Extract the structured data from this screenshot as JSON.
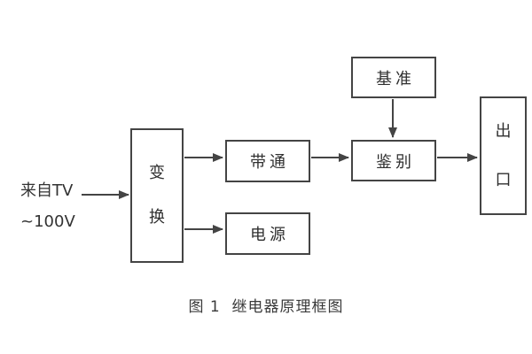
{
  "diagram": {
    "source": {
      "line1": "来自TV",
      "line2": "~100V"
    },
    "blocks": {
      "transform": {
        "char1": "变",
        "char2": "换"
      },
      "bandpass": {
        "label": "带通"
      },
      "power": {
        "label": "电源"
      },
      "reference": {
        "label": "基准"
      },
      "discriminate": {
        "label": "鉴别"
      },
      "outlet": {
        "char1": "出",
        "char2": "口"
      }
    },
    "caption": "图 1  继电器原理框图",
    "colors": {
      "line": "#444444",
      "text": "#333333",
      "background": "#ffffff"
    }
  }
}
